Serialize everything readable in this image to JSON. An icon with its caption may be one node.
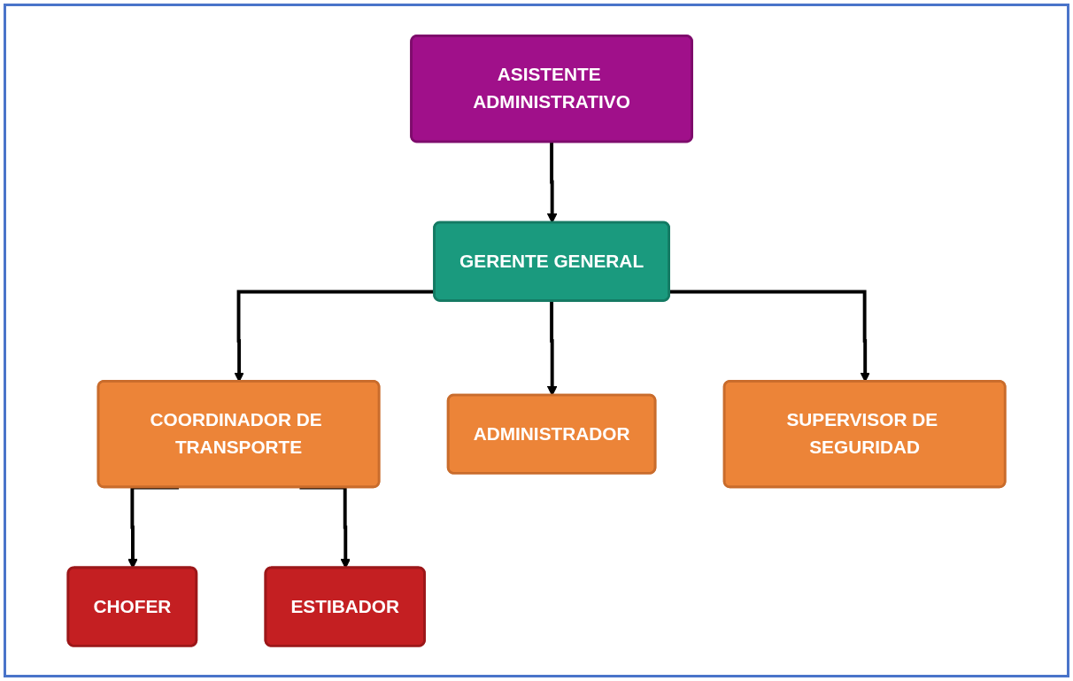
{
  "diagram": {
    "nodes": [
      {
        "text": [
          "GERENTE GENERAL"
        ]
      },
      {
        "text": [
          "ASISTENTE ADMINISTRATIVO"
        ]
      },
      {
        "text": [
          "COORDINADOR DE TRANSPORTE"
        ]
      },
      {
        "text": [
          "ADMINISTRADOR"
        ]
      },
      {
        "text": [
          "SUPERVISOR DE SEGURIDAD"
        ]
      },
      {
        "text": [
          "CHOFER"
        ]
      },
      {
        "text": [
          "ESTIBADOR"
        ]
      }
    ],
    "edges": [
      {
        "from": 1,
        "to": 0,
        "arrow": "to"
      },
      {
        "from": 0,
        "to": 2,
        "arrow": "to"
      },
      {
        "from": 0,
        "to": 3,
        "arrow": "to"
      },
      {
        "from": 0,
        "to": 4,
        "arrow": "to"
      },
      {
        "from": 2,
        "to": 5,
        "arrow": "to"
      },
      {
        "from": 2,
        "to": 6,
        "arrow": "to"
      }
    ]
  }
}
